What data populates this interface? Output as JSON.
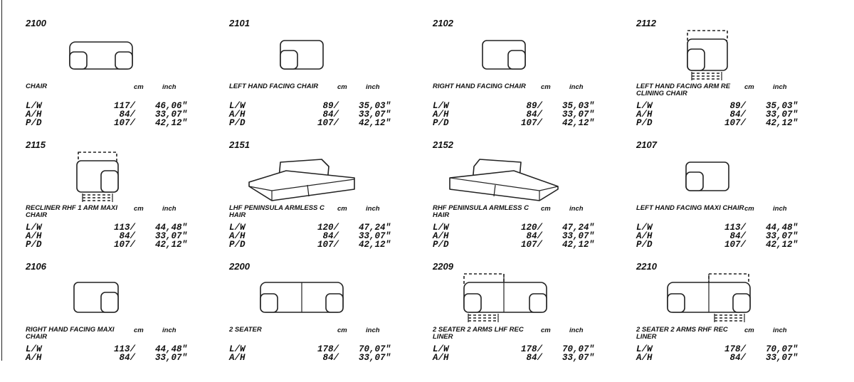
{
  "units": {
    "cm": "cm",
    "inch": "inch"
  },
  "items": [
    {
      "code": "2100",
      "name": "CHAIR",
      "icon": "chair-icon",
      "rows": [
        {
          "label": "L/W",
          "cm": "117/",
          "inch": "46,06\""
        },
        {
          "label": "A/H",
          "cm": "84/",
          "inch": "33,07\""
        },
        {
          "label": "P/D",
          "cm": "107/",
          "inch": "42,12\""
        }
      ]
    },
    {
      "code": "2101",
      "name": "LEFT HAND FACING CHAIR",
      "icon": "left-hand-facing-chair-icon",
      "rows": [
        {
          "label": "L/W",
          "cm": "89/",
          "inch": "35,03\""
        },
        {
          "label": "A/H",
          "cm": "84/",
          "inch": "33,07\""
        },
        {
          "label": "P/D",
          "cm": "107/",
          "inch": "42,12\""
        }
      ]
    },
    {
      "code": "2102",
      "name": "RIGHT HAND FACING CHAIR",
      "icon": "right-hand-facing-chair-icon",
      "rows": [
        {
          "label": "L/W",
          "cm": "89/",
          "inch": "35,03\""
        },
        {
          "label": "A/H",
          "cm": "84/",
          "inch": "33,07\""
        },
        {
          "label": "P/D",
          "cm": "107/",
          "inch": "42,12\""
        }
      ]
    },
    {
      "code": "2112",
      "name": "LEFT HAND FACING ARM RE CLINING CHAIR",
      "icon": "reclining-chair-icon",
      "rows": [
        {
          "label": "L/W",
          "cm": "89/",
          "inch": "35,03\""
        },
        {
          "label": "A/H",
          "cm": "84/",
          "inch": "33,07\""
        },
        {
          "label": "P/D",
          "cm": "107/",
          "inch": "42,12\""
        }
      ]
    },
    {
      "code": "2115",
      "name": "RECLINER RHF 1 ARM MAXI CHAIR",
      "icon": "recliner-maxi-chair-icon",
      "rows": [
        {
          "label": "L/W",
          "cm": "113/",
          "inch": "44,48\""
        },
        {
          "label": "A/H",
          "cm": "84/",
          "inch": "33,07\""
        },
        {
          "label": "P/D",
          "cm": "107/",
          "inch": "42,12\""
        }
      ]
    },
    {
      "code": "2151",
      "name": "LHF PENINSULA ARMLESS C HAIR",
      "icon": "lhf-peninsula-icon",
      "rows": [
        {
          "label": "L/W",
          "cm": "120/",
          "inch": "47,24\""
        },
        {
          "label": "A/H",
          "cm": "84/",
          "inch": "33,07\""
        },
        {
          "label": "P/D",
          "cm": "107/",
          "inch": "42,12\""
        }
      ]
    },
    {
      "code": "2152",
      "name": "RHF PENINSULA ARMLESS C HAIR",
      "icon": "rhf-peninsula-icon",
      "rows": [
        {
          "label": "L/W",
          "cm": "120/",
          "inch": "47,24\""
        },
        {
          "label": "A/H",
          "cm": "84/",
          "inch": "33,07\""
        },
        {
          "label": "P/D",
          "cm": "107/",
          "inch": "42,12\""
        }
      ]
    },
    {
      "code": "2107",
      "name": "LEFT HAND FACING  MAXI CHAIR",
      "icon": "left-hand-maxi-chair-icon",
      "rows": [
        {
          "label": "L/W",
          "cm": "113/",
          "inch": "44,48\""
        },
        {
          "label": "A/H",
          "cm": "84/",
          "inch": "33,07\""
        },
        {
          "label": "P/D",
          "cm": "107/",
          "inch": "42,12\""
        }
      ]
    },
    {
      "code": "2106",
      "name": "RIGHT HAND FACING MAXI CHAIR",
      "icon": "right-hand-maxi-chair-icon",
      "rows": [
        {
          "label": "L/W",
          "cm": "113/",
          "inch": "44,48\""
        },
        {
          "label": "A/H",
          "cm": "84/",
          "inch": "33,07\""
        }
      ]
    },
    {
      "code": "2200",
      "name": "2 SEATER",
      "icon": "two-seater-icon",
      "rows": [
        {
          "label": "L/W",
          "cm": "178/",
          "inch": "70,07\""
        },
        {
          "label": "A/H",
          "cm": "84/",
          "inch": "33,07\""
        }
      ]
    },
    {
      "code": "2209",
      "name": "2 SEATER 2 ARMS LHF REC LINER",
      "icon": "two-seater-lhf-recliner-icon",
      "rows": [
        {
          "label": "L/W",
          "cm": "178/",
          "inch": "70,07\""
        },
        {
          "label": "A/H",
          "cm": "84/",
          "inch": "33,07\""
        }
      ]
    },
    {
      "code": "2210",
      "name": "2 SEATER 2 ARMS RHF REC LINER",
      "icon": "two-seater-rhf-recliner-icon",
      "rows": [
        {
          "label": "L/W",
          "cm": "178/",
          "inch": "70,07\""
        },
        {
          "label": "A/H",
          "cm": "84/",
          "inch": "33,07\""
        }
      ]
    }
  ]
}
